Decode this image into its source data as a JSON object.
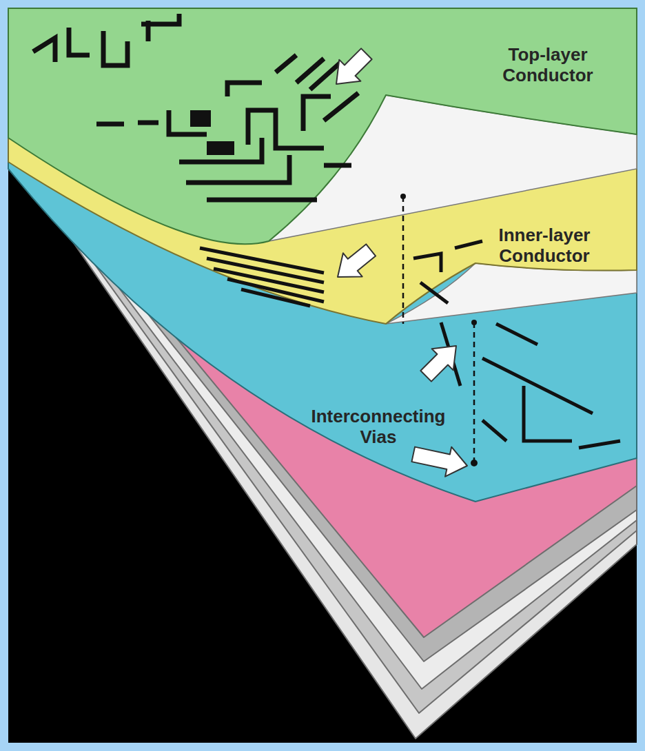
{
  "diagram": {
    "labels": [
      "Top-layer Conductor",
      "Inner-layer Conductor",
      "Interconnecting Vias"
    ]
  }
}
